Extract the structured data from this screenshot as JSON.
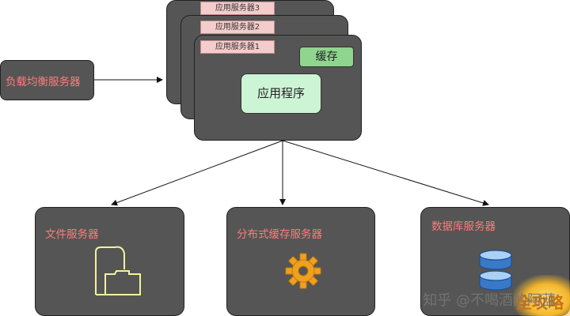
{
  "load_balancer": {
    "label": "负载均衡服务器"
  },
  "app_servers": {
    "tabs": [
      "应用服务器3",
      "应用服务器2",
      "应用服务器1"
    ],
    "cache_label": "缓存",
    "app_label": "应用程序"
  },
  "bottom_servers": [
    {
      "label": "文件服务器",
      "icon": "folder-icon"
    },
    {
      "label": "分布式缓存服务器",
      "icon": "gear-icon"
    },
    {
      "label": "数据库服务器",
      "icon": "database-icon"
    }
  ],
  "watermark": {
    "text": "知乎 @不喝酒的阿蓝"
  },
  "corner_badge": {
    "text": "全攻略"
  },
  "colors": {
    "node_fill": "#555555",
    "label_red": "#ff7b7b",
    "tab_fill": "#f4cccc",
    "app_fill": "#ccf5d6",
    "cache_fill": "#8fd48f",
    "icon_yellow": "#f2f2a0",
    "gear_orange": "#f0a020",
    "db_blue": "#3a78c9"
  }
}
